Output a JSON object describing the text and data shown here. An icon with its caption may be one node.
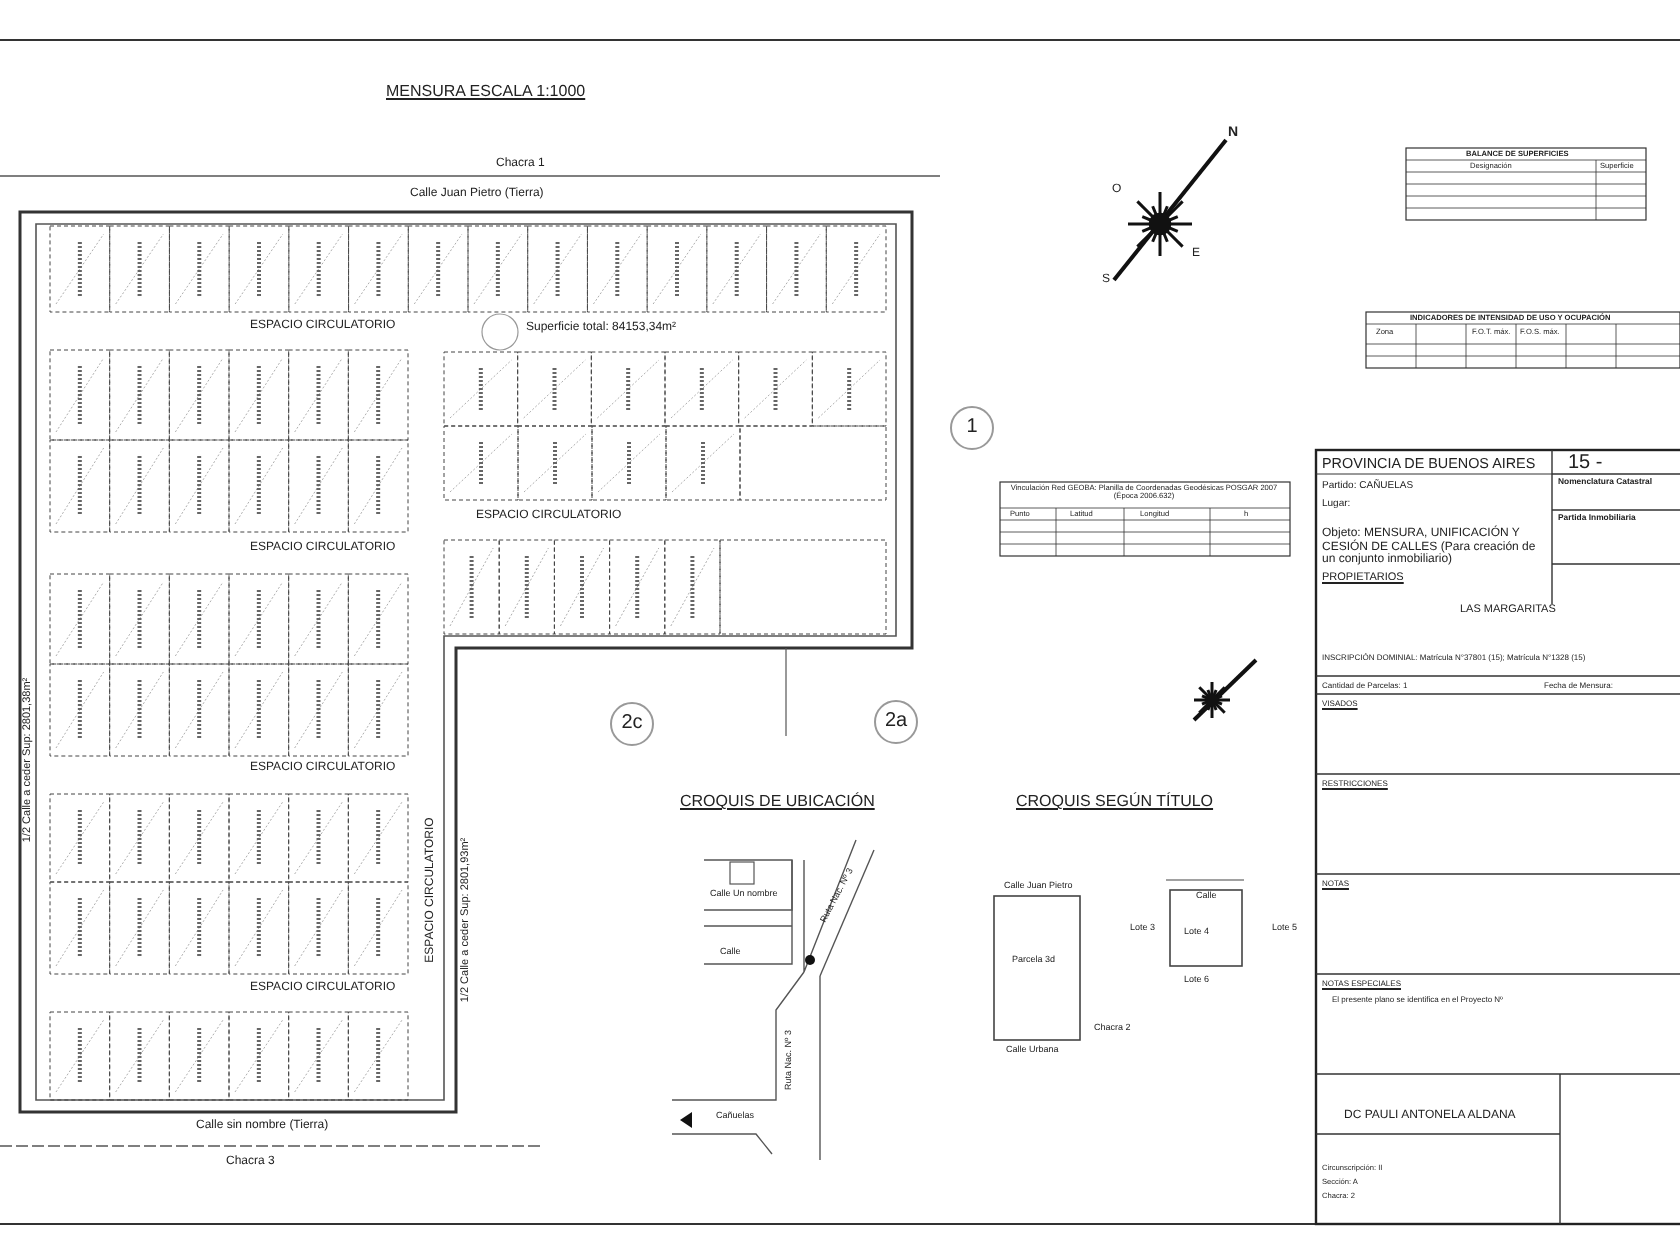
{
  "diagram": {
    "title": "MENSURA ESCALA 1:1000",
    "labels": [
      "Chacra 1",
      "Calle Juan Pietro (Tierra)",
      "ESPACIO CIRCULATORIO",
      "Superficie total: 84153,34m²",
      "ESPACIO CIRCULATORIO",
      "ESPACIO CIRCULATORIO",
      "ESPACIO CIRCULATORIO",
      "ESPACIO CIRCULATORIO",
      "ESPACIO CIRCULATORIO",
      "1/2 Calle a ceder Sup: 2801,38m²",
      "1/2 Calle a ceder Sup: 2801,93m²",
      "Calle sin nombre (Tierra)",
      "Chacra 3",
      "1",
      "2c",
      "2a",
      "CROQUIS DE UBICACIÓN",
      "Calle Un nombre",
      "Calle",
      "Ruta Nac. Nº 3",
      "Ruta Nac. Nº 3",
      "Cañuelas",
      "CROQUIS SEGÚN TÍTULO",
      "Calle Juan Pietro",
      "Parcela 3d",
      "Calle Urbana",
      "Chacra 2",
      "Calle",
      "Lote 3",
      "Lote 4",
      "Lote 5",
      "Lote 6",
      "N",
      "O",
      "E",
      "S",
      "BALANCE DE SUPERFICIES",
      "Designación",
      "Superficie",
      "INDICADORES DE INTENSIDAD DE USO Y OCUPACIÓN",
      "Zona",
      "F.O.T. máx.",
      "F.O.S. máx.",
      "Vinculación Red GEOBA: Planilla de Coordenadas Geodésicas POSGAR 2007 (Época 2006.632)",
      "Punto",
      "Latitud",
      "Longitud",
      "h",
      "PROVINCIA DE BUENOS AIRES",
      "15 -",
      "Partido: CAÑUELAS",
      "Lugar:",
      "Nomenclatura Catastral",
      "Partida Inmobiliaria",
      "Objeto: MENSURA, UNIFICACIÓN Y CESIÓN DE CALLES (Para creación de un conjunto inmobiliario)",
      "PROPIETARIOS",
      "LAS MARGARITAS",
      "INSCRIPCIÓN DOMINIAL: Matrícula N°37801 (15); Matrícula N°1328 (15)",
      "Cantidad de Parcelas: 1",
      "Fecha de Mensura:",
      "VISADOS",
      "RESTRICCIONES",
      "NOTAS",
      "NOTAS ESPECIALES",
      "El presente plano se identifica en el Proyecto Nº",
      "DC PAULI ANTONELA ALDANA",
      "Circunscripción: II",
      "Sección: A",
      "Chacra: 2"
    ]
  }
}
